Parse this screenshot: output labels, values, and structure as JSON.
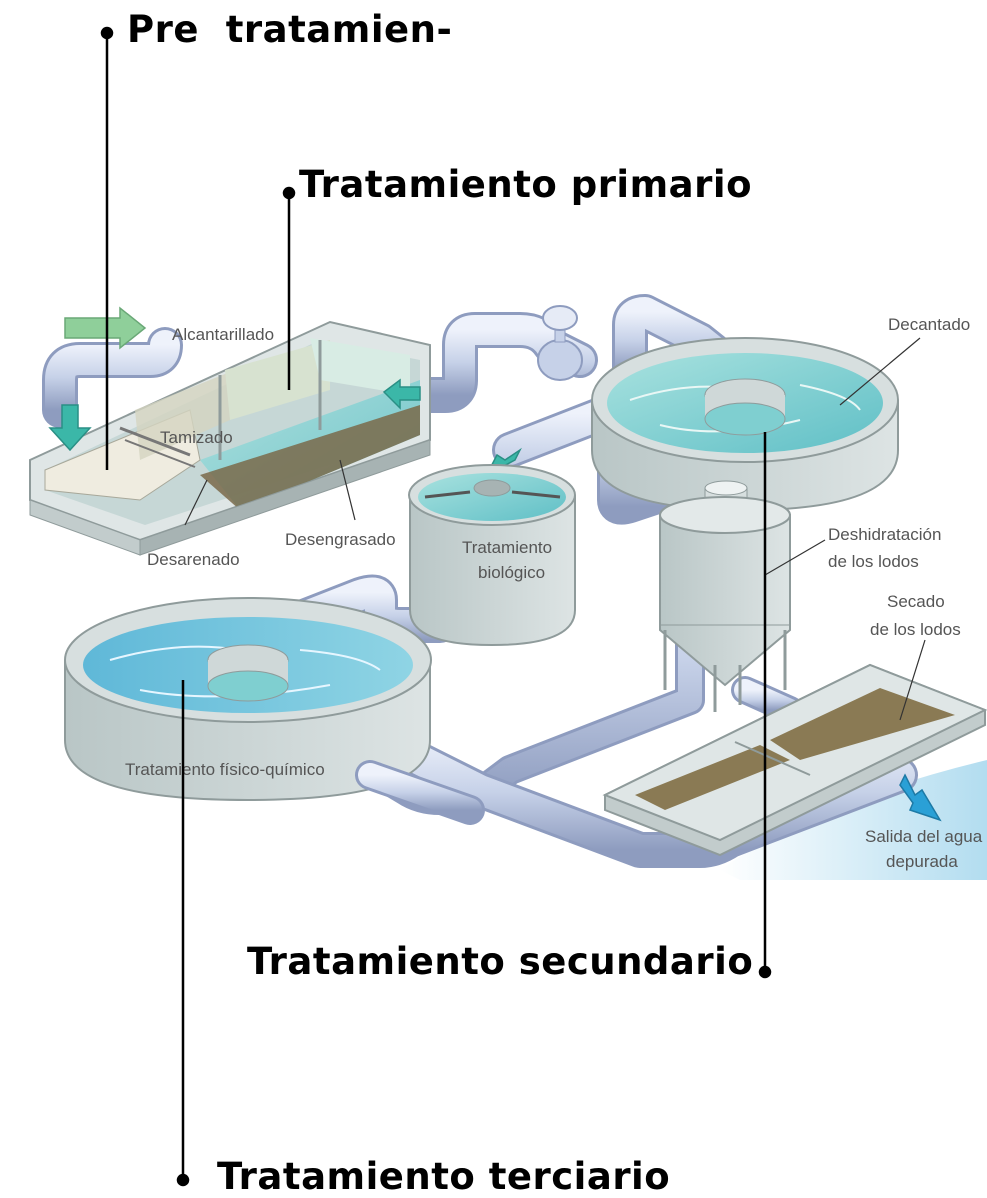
{
  "labels": {
    "pre": "Pre  tratamien-",
    "primario": "Tratamiento primario",
    "secundario": "Tratamiento secundario",
    "terciario": "Tratamiento terciario"
  },
  "parts": {
    "alcantarillado": "Alcantarillado",
    "tamizado": "Tamizado",
    "desarenado": "Desarenado",
    "desengrasado": "Desengrasado",
    "decantado": "Decantado",
    "tratamiento_biologico_1": "Tratamiento",
    "tratamiento_biologico_2": "biológico",
    "deshidratacion_1": "Deshidratación",
    "deshidratacion_2": "de los lodos",
    "secado_1": "Secado",
    "secado_2": "de los lodos",
    "fisico_quimico": "Tratamiento físico-químico",
    "salida_1": "Salida del agua",
    "salida_2": "depurada"
  },
  "colors": {
    "water": "#7fcfd0",
    "pipe": "#c8d4ea",
    "tank_wall": "#c9d3d3",
    "sludge": "#7a6a4a",
    "arrow": "#3bb7a8",
    "text": "#555555"
  }
}
